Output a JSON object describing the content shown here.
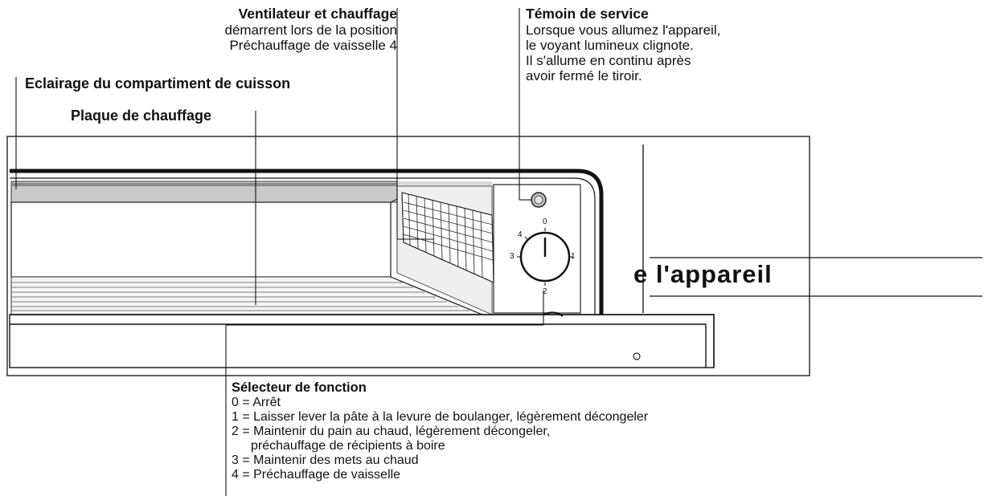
{
  "labels": {
    "fan": {
      "title": "Ventilateur et chauffage",
      "lines": [
        "démarrent lors de la position",
        "Préchauffage de vaisselle 4"
      ]
    },
    "service": {
      "title": "Témoin de service",
      "lines": [
        "Lorsque vous allumez l'appareil,",
        "le voyant lumineux clignote.",
        "Il s'allume en continu après",
        "avoir fermé le tiroir."
      ]
    },
    "lighting": "Eclairage du compartiment de cuisson",
    "heating_plate": "Plaque de chauffage",
    "section_fragment": "e l'appareil",
    "selector": {
      "title": "Sélecteur de fonction",
      "options": [
        "0 = Arrêt",
        "1 = Laisser lever la pâte à la levure de boulanger, légèrement décongeler",
        "2 = Maintenir du pain au chaud, légèrement décongeler,",
        "préchauffage de récipients à boire",
        "3 = Maintenir des mets au chaud",
        "4 = Préchauffage de vaisselle"
      ]
    }
  },
  "dial": {
    "marks": [
      "0",
      "1",
      "2",
      "3",
      "4"
    ]
  }
}
